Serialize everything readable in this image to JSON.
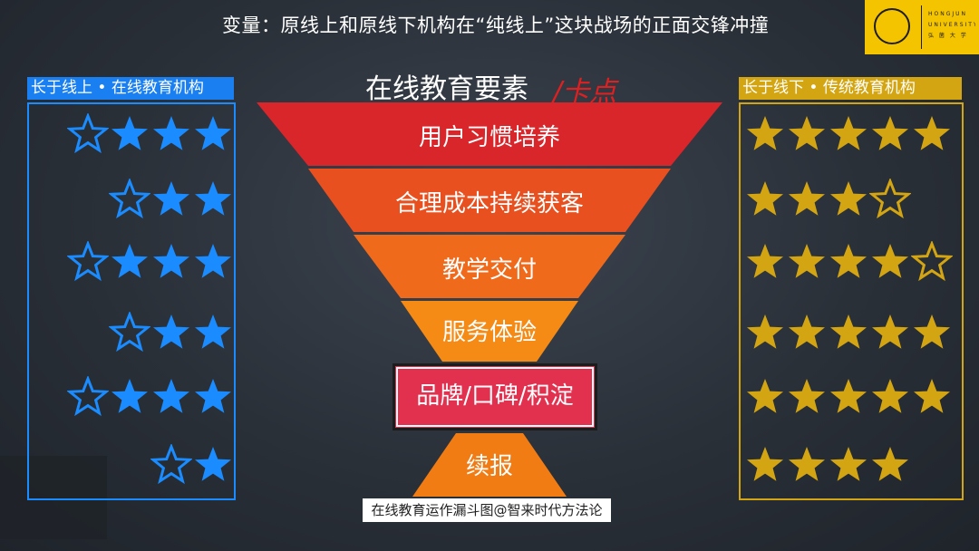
{
  "header": {
    "title": "变量：原线上和原线下机构在“纯线上”这块战场的正面交锋冲撞",
    "logo_text": [
      "HONGJUN",
      "UNIVERSITY",
      "弘 菌 大 学"
    ]
  },
  "funnel": {
    "title": "在线教育要素",
    "accent": "/卡点",
    "stages": [
      "用户习惯培养",
      "合理成本持续获客",
      "教学交付",
      "服务体验",
      "品牌/口碑/积淀",
      "续报"
    ],
    "highlight_stage": 4,
    "colors": [
      "#d8262a",
      "#e8501f",
      "#f06a1c",
      "#f58a15",
      "#e2314f",
      "#f27c14"
    ]
  },
  "left_panel": {
    "label": "长于线上 • 在线教育机构",
    "color": "#1a8cff",
    "ratings": [
      {
        "filled": 3,
        "empty": 1
      },
      {
        "filled": 2,
        "empty": 1
      },
      {
        "filled": 3,
        "empty": 1
      },
      {
        "filled": 2,
        "empty": 1
      },
      {
        "filled": 3,
        "empty": 1
      },
      {
        "filled": 1,
        "empty": 1
      }
    ]
  },
  "right_panel": {
    "label": "长于线下 • 传统教育机构",
    "color": "#d4a512",
    "ratings": [
      {
        "filled": 5,
        "empty": 0
      },
      {
        "filled": 3,
        "empty": 1
      },
      {
        "filled": 4,
        "empty": 1
      },
      {
        "filled": 5,
        "empty": 0
      },
      {
        "filled": 5,
        "empty": 0
      },
      {
        "filled": 4,
        "empty": 0
      }
    ]
  },
  "caption": "在线教育运作漏斗图@智来时代方法论"
}
